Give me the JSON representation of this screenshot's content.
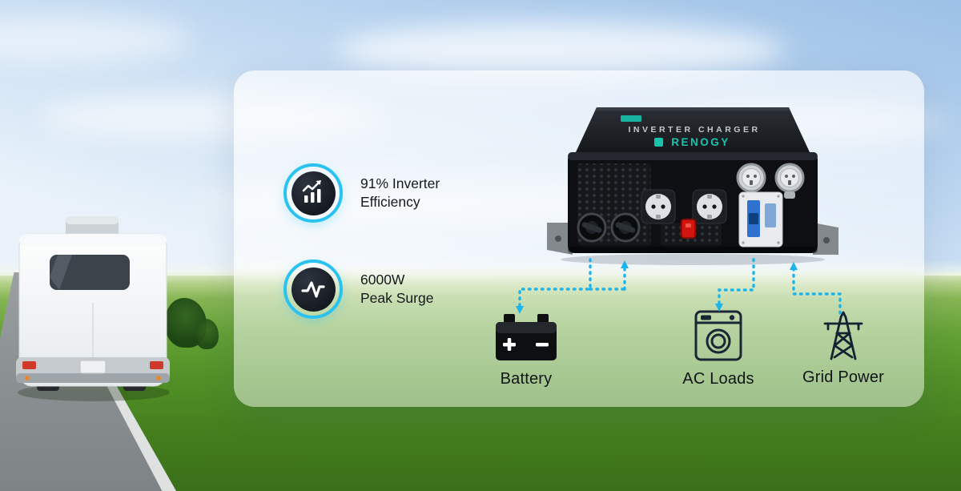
{
  "features": [
    {
      "icon": "growth-chart-icon",
      "line1": "91% Inverter",
      "line2": "Efficiency"
    },
    {
      "icon": "waveform-icon",
      "line1": "6000W",
      "line2": "Peak Surge"
    }
  ],
  "product": {
    "top_label": "INVERTER CHARGER",
    "brand": "RENOGY"
  },
  "nodes": {
    "battery": "Battery",
    "ac_loads": "AC Loads",
    "grid": "Grid Power"
  },
  "colors": {
    "accent_cyan": "#1AB5EC",
    "badge_ring": "#29C2F1",
    "brand_teal": "#17C3AD",
    "text_dark": "#15181D"
  }
}
